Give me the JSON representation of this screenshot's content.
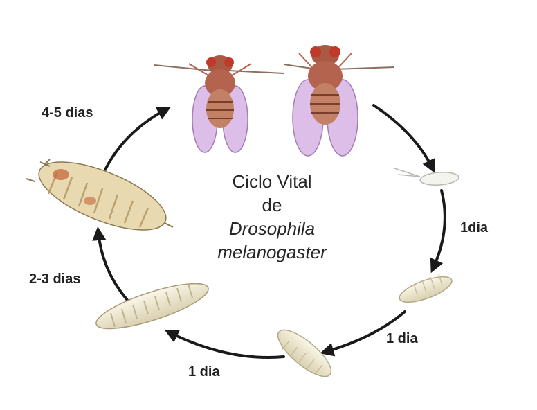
{
  "title": {
    "line1": "Ciclo Vital",
    "line2": "de",
    "line3": "Drosophila",
    "line4": "melanogaster"
  },
  "stages": [
    {
      "name": "adult-female-fly"
    },
    {
      "name": "adult-male-fly"
    },
    {
      "name": "egg"
    },
    {
      "name": "first-instar-larva"
    },
    {
      "name": "second-instar-larva"
    },
    {
      "name": "third-instar-larva"
    },
    {
      "name": "pupa"
    }
  ],
  "durations": {
    "adults_to_egg": "1dia",
    "egg_to_larva": "1 dia",
    "larva_to_larva": "1 dia",
    "larva_to_pupa": "2-3 dias",
    "pupa_to_adult": "4-5 dias"
  },
  "colors": {
    "arrow": "#1a1a1a",
    "fly_body": "#b4644e",
    "fly_eye": "#c0392b",
    "wing": "#d9b8e6",
    "larva": "#f0ead2",
    "pupa": "#e8d9b0",
    "pupa_spot": "#c8643c"
  }
}
